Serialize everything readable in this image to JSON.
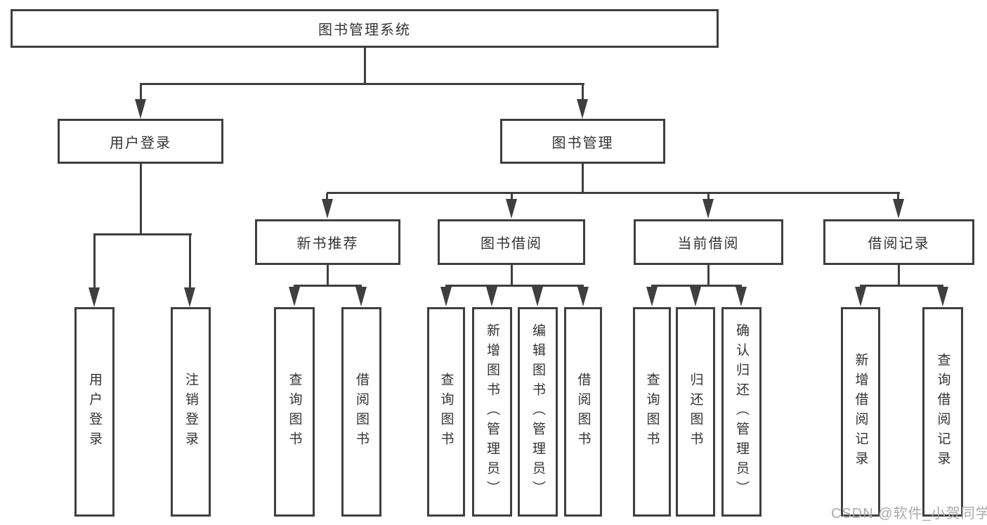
{
  "diagram_title": "图书管理系统",
  "colors": {
    "background": "#ffffff",
    "line": "#3f3f3f",
    "box_border": "#3f3f3f",
    "text": "#333333",
    "watermark": "#a9a9a9"
  },
  "watermark": {
    "text": "CSDN @软件_小贺同学"
  },
  "tree": {
    "root": {
      "label": "图书管理系统",
      "children": [
        {
          "label": "用户登录",
          "children": [
            {
              "label": "用户登录"
            },
            {
              "label": "注销登录"
            }
          ]
        },
        {
          "label": "图书管理",
          "children": [
            {
              "label": "新书推荐",
              "children": [
                {
                  "label": "查询图书"
                },
                {
                  "label": "借阅图书"
                }
              ]
            },
            {
              "label": "图书借阅",
              "children": [
                {
                  "label": "查询图书"
                },
                {
                  "label": "新增图书（管理员）"
                },
                {
                  "label": "编辑图书（管理员）"
                },
                {
                  "label": "借阅图书"
                }
              ]
            },
            {
              "label": "当前借阅",
              "children": [
                {
                  "label": "查询图书"
                },
                {
                  "label": "归还图书"
                },
                {
                  "label": "确认归还（管理员）"
                }
              ]
            },
            {
              "label": "借阅记录",
              "children": [
                {
                  "label": "新增借阅记录"
                },
                {
                  "label": "查询借阅记录"
                }
              ]
            }
          ]
        }
      ]
    }
  }
}
